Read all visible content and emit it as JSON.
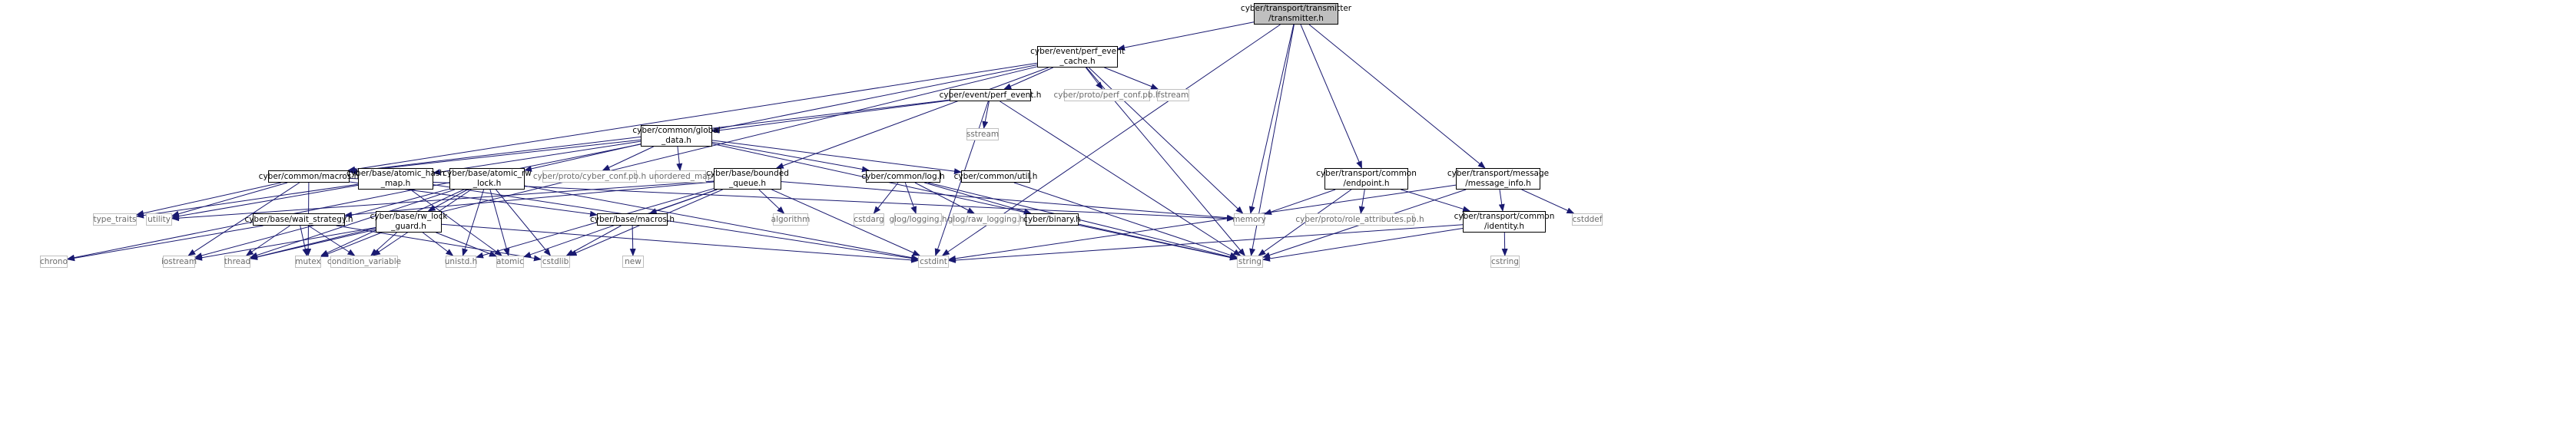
{
  "colors": {
    "edge": "#191970",
    "border": "#000000",
    "root_fill": "#bfbfbf",
    "ext_border": "#bfbfbf",
    "ext_text": "#6b6b6b"
  },
  "nodes": {
    "transmitter": {
      "label": "cyber/transport/transmitter\n/transmitter.h",
      "kind": "root"
    },
    "perf_event_cache": {
      "label": "cyber/event/perf_event\n_cache.h",
      "kind": "file"
    },
    "perf_event": {
      "label": "cyber/event/perf_event.h",
      "kind": "file"
    },
    "perf_conf_pb": {
      "label": "cyber/proto/perf_conf.pb.h",
      "kind": "ext"
    },
    "fstream": {
      "label": "fstream",
      "kind": "ext"
    },
    "sstream": {
      "label": "sstream",
      "kind": "ext"
    },
    "global_data": {
      "label": "cyber/common/global\n_data.h",
      "kind": "file"
    },
    "macros_common": {
      "label": "cyber/common/macros.h",
      "kind": "file"
    },
    "atomic_hash_map": {
      "label": "cyber/base/atomic_hash\n_map.h",
      "kind": "file"
    },
    "atomic_rw_lock": {
      "label": "cyber/base/atomic_rw\n_lock.h",
      "kind": "file"
    },
    "cyber_conf_pb": {
      "label": "cyber/proto/cyber_conf.pb.h",
      "kind": "ext"
    },
    "unordered_map": {
      "label": "unordered_map",
      "kind": "ext"
    },
    "bounded_queue": {
      "label": "cyber/base/bounded\n_queue.h",
      "kind": "file"
    },
    "log": {
      "label": "cyber/common/log.h",
      "kind": "file"
    },
    "util": {
      "label": "cyber/common/util.h",
      "kind": "file"
    },
    "endpoint": {
      "label": "cyber/transport/common\n/endpoint.h",
      "kind": "file"
    },
    "message_info": {
      "label": "cyber/transport/message\n/message_info.h",
      "kind": "file"
    },
    "type_traits": {
      "label": "type_traits",
      "kind": "ext"
    },
    "utility": {
      "label": "utility",
      "kind": "ext"
    },
    "wait_strategy": {
      "label": "cyber/base/wait_strategy.h",
      "kind": "file"
    },
    "rw_lock_guard": {
      "label": "cyber/base/rw_lock\n_guard.h",
      "kind": "file"
    },
    "macros_base": {
      "label": "cyber/base/macros.h",
      "kind": "file"
    },
    "algorithm": {
      "label": "algorithm",
      "kind": "ext"
    },
    "cstdarg": {
      "label": "cstdarg",
      "kind": "ext"
    },
    "glog_logging": {
      "label": "glog/logging.h",
      "kind": "ext"
    },
    "glog_raw_logging": {
      "label": "glog/raw_logging.h",
      "kind": "ext"
    },
    "binary": {
      "label": "cyber/binary.h",
      "kind": "file"
    },
    "memory": {
      "label": "memory",
      "kind": "ext"
    },
    "role_attributes_pb": {
      "label": "cyber/proto/role_attributes.pb.h",
      "kind": "ext"
    },
    "identity": {
      "label": "cyber/transport/common\n/identity.h",
      "kind": "file"
    },
    "cstddef": {
      "label": "cstddef",
      "kind": "ext"
    },
    "new": {
      "label": "new",
      "kind": "ext"
    },
    "chrono": {
      "label": "chrono",
      "kind": "ext"
    },
    "iostream": {
      "label": "iostream",
      "kind": "ext"
    },
    "thread": {
      "label": "thread",
      "kind": "ext"
    },
    "mutex": {
      "label": "mutex",
      "kind": "ext"
    },
    "condition_variable": {
      "label": "condition_variable",
      "kind": "ext"
    },
    "unistd": {
      "label": "unistd.h",
      "kind": "ext"
    },
    "atomic": {
      "label": "atomic",
      "kind": "ext"
    },
    "cstdlib": {
      "label": "cstdlib",
      "kind": "ext"
    },
    "cstdint": {
      "label": "cstdint",
      "kind": "ext"
    },
    "string": {
      "label": "string",
      "kind": "ext"
    },
    "cstring": {
      "label": "cstring",
      "kind": "ext"
    }
  },
  "edges": [
    [
      "transmitter",
      "perf_event_cache"
    ],
    [
      "transmitter",
      "cstdint"
    ],
    [
      "transmitter",
      "memory"
    ],
    [
      "transmitter",
      "string"
    ],
    [
      "transmitter",
      "endpoint"
    ],
    [
      "transmitter",
      "message_info"
    ],
    [
      "perf_event_cache",
      "chrono"
    ],
    [
      "perf_event_cache",
      "thread"
    ],
    [
      "perf_event_cache",
      "macros_common"
    ],
    [
      "perf_event_cache",
      "perf_event"
    ],
    [
      "perf_event_cache",
      "perf_conf_pb"
    ],
    [
      "perf_event_cache",
      "fstream"
    ],
    [
      "perf_event_cache",
      "bounded_queue"
    ],
    [
      "perf_event_cache",
      "memory"
    ],
    [
      "perf_event_cache",
      "string"
    ],
    [
      "perf_event",
      "global_data"
    ],
    [
      "perf_event",
      "macros_common"
    ],
    [
      "perf_event",
      "sstream"
    ],
    [
      "perf_event",
      "cstdint"
    ],
    [
      "perf_event",
      "string"
    ],
    [
      "global_data",
      "macros_common"
    ],
    [
      "global_data",
      "atomic_hash_map"
    ],
    [
      "global_data",
      "atomic_rw_lock"
    ],
    [
      "global_data",
      "cyber_conf_pb"
    ],
    [
      "global_data",
      "unordered_map"
    ],
    [
      "global_data",
      "log"
    ],
    [
      "global_data",
      "util"
    ],
    [
      "global_data",
      "string"
    ],
    [
      "macros_common",
      "type_traits"
    ],
    [
      "macros_common",
      "utility"
    ],
    [
      "macros_common",
      "iostream"
    ],
    [
      "macros_common",
      "mutex"
    ],
    [
      "macros_common",
      "macros_base"
    ],
    [
      "macros_common",
      "memory"
    ],
    [
      "atomic_hash_map",
      "type_traits"
    ],
    [
      "atomic_hash_map",
      "utility"
    ],
    [
      "atomic_hash_map",
      "atomic"
    ],
    [
      "atomic_hash_map",
      "cstdint"
    ],
    [
      "atomic_rw_lock",
      "rw_lock_guard"
    ],
    [
      "atomic_rw_lock",
      "thread"
    ],
    [
      "atomic_rw_lock",
      "mutex"
    ],
    [
      "atomic_rw_lock",
      "condition_variable"
    ],
    [
      "atomic_rw_lock",
      "unistd"
    ],
    [
      "atomic_rw_lock",
      "atomic"
    ],
    [
      "atomic_rw_lock",
      "cstdlib"
    ],
    [
      "atomic_rw_lock",
      "cstdint"
    ],
    [
      "atomic_rw_lock",
      "iostream"
    ],
    [
      "bounded_queue",
      "wait_strategy"
    ],
    [
      "bounded_queue",
      "macros_base"
    ],
    [
      "bounded_queue",
      "algorithm"
    ],
    [
      "bounded_queue",
      "unistd"
    ],
    [
      "bounded_queue",
      "atomic"
    ],
    [
      "bounded_queue",
      "cstdlib"
    ],
    [
      "bounded_queue",
      "cstdint"
    ],
    [
      "bounded_queue",
      "memory"
    ],
    [
      "bounded_queue",
      "utility"
    ],
    [
      "log",
      "cstdarg"
    ],
    [
      "log",
      "glog_logging"
    ],
    [
      "log",
      "glog_raw_logging"
    ],
    [
      "log",
      "binary"
    ],
    [
      "log",
      "string"
    ],
    [
      "util",
      "string"
    ],
    [
      "wait_strategy",
      "chrono"
    ],
    [
      "wait_strategy",
      "thread"
    ],
    [
      "wait_strategy",
      "mutex"
    ],
    [
      "wait_strategy",
      "condition_variable"
    ],
    [
      "wait_strategy",
      "cstdlib"
    ],
    [
      "rw_lock_guard",
      "thread"
    ],
    [
      "rw_lock_guard",
      "mutex"
    ],
    [
      "rw_lock_guard",
      "condition_variable"
    ],
    [
      "rw_lock_guard",
      "unistd"
    ],
    [
      "rw_lock_guard",
      "atomic"
    ],
    [
      "rw_lock_guard",
      "cstdint"
    ],
    [
      "rw_lock_guard",
      "iostream"
    ],
    [
      "macros_base",
      "new"
    ],
    [
      "macros_base",
      "cstdlib"
    ],
    [
      "binary",
      "string"
    ],
    [
      "endpoint",
      "memory"
    ],
    [
      "endpoint",
      "role_attributes_pb"
    ],
    [
      "endpoint",
      "identity"
    ],
    [
      "endpoint",
      "string"
    ],
    [
      "message_info",
      "identity"
    ],
    [
      "message_info",
      "cstddef"
    ],
    [
      "message_info",
      "cstdint"
    ],
    [
      "message_info",
      "string"
    ],
    [
      "identity",
      "cstring"
    ],
    [
      "identity",
      "cstdint"
    ],
    [
      "identity",
      "string"
    ]
  ]
}
